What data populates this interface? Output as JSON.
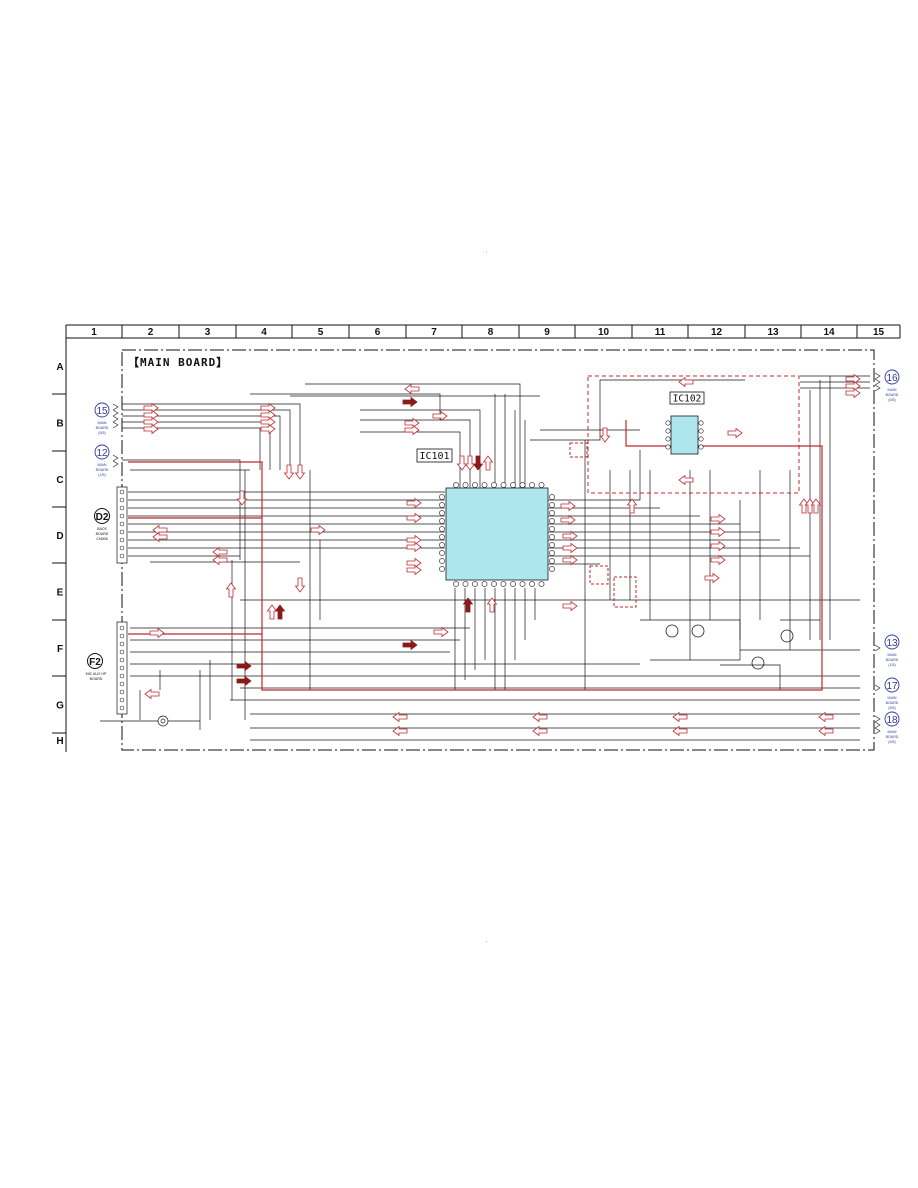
{
  "board_title": "【MAIN BOARD】",
  "grid": {
    "columns": [
      "1",
      "2",
      "3",
      "4",
      "5",
      "6",
      "7",
      "8",
      "9",
      "10",
      "11",
      "12",
      "13",
      "14",
      "15"
    ],
    "rows": [
      "A",
      "B",
      "C",
      "D",
      "E",
      "F",
      "G",
      "H"
    ]
  },
  "ics": [
    {
      "id": "ic101",
      "label": "IC101"
    },
    {
      "id": "ic102",
      "label": "IC102"
    }
  ],
  "connectors_left": [
    {
      "id": "c15",
      "number": "15",
      "lines": [
        "MAIN",
        "BOARD",
        "(5/5)"
      ]
    },
    {
      "id": "c12",
      "number": "12",
      "lines": [
        "MAIN",
        "BOARD",
        "(1/5)"
      ]
    },
    {
      "id": "d2",
      "number": "D2",
      "lines": [
        "BACK",
        "BOARD",
        "CN008"
      ]
    },
    {
      "id": "f2",
      "number": "F2",
      "lines": [
        "MIC AUX HP",
        "BOARD"
      ]
    }
  ],
  "connectors_right": [
    {
      "id": "c16",
      "number": "16",
      "lines": [
        "MAIN",
        "BOARD",
        "(5/5)"
      ]
    },
    {
      "id": "c13",
      "number": "13",
      "lines": [
        "MAIN",
        "BOARD",
        "(1/5)"
      ]
    },
    {
      "id": "c17",
      "number": "17",
      "lines": [
        "MAIN",
        "BOARD",
        "(5/5)"
      ]
    },
    {
      "id": "c18",
      "number": "18",
      "lines": [
        "MAIN",
        "BOARD",
        "(5/5)"
      ]
    }
  ],
  "colors": {
    "ic_fill": "#aee6ee",
    "signal_red": "#c0282d",
    "arrow_dark": "#8b1a1a",
    "connector_blue": "#2f3a9e",
    "wire": "#1a1a1a"
  }
}
